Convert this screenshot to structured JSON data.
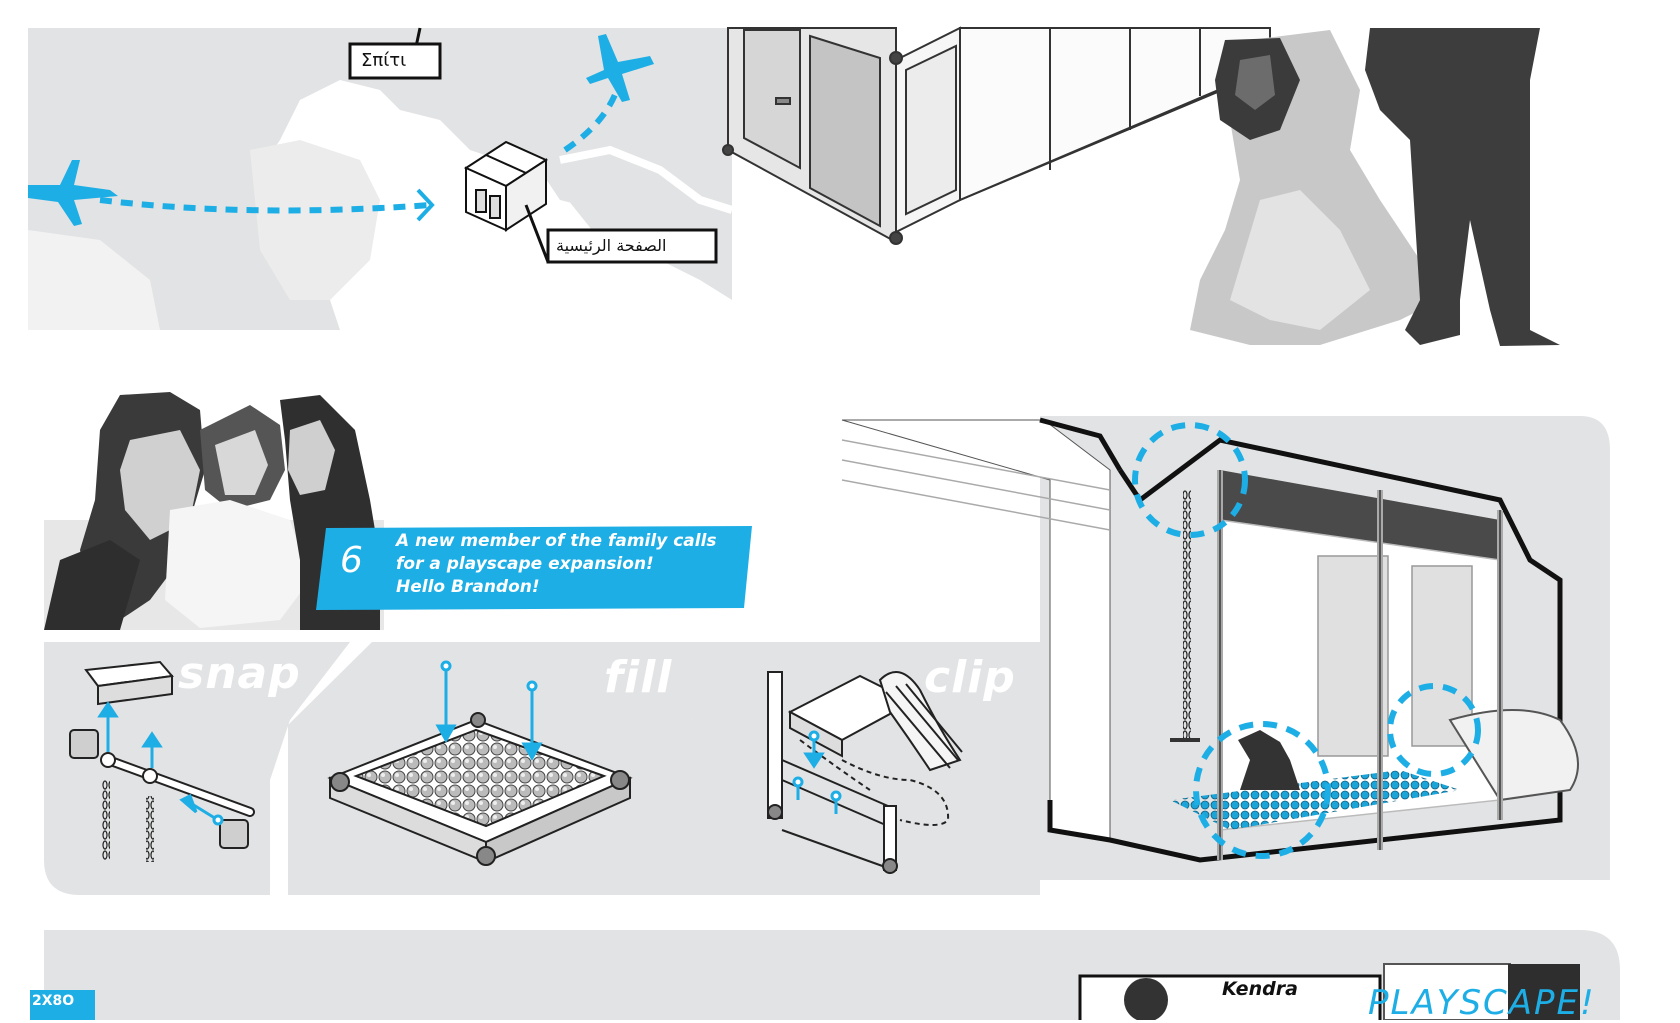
{
  "labels": {
    "greek_label": "Σπίτι",
    "arabic_label": "الصفحة الرئيسية"
  },
  "step": {
    "number": "6",
    "lines": [
      "A new member of the family calls",
      "for a playscape expansion!",
      "Hello Brandon!"
    ]
  },
  "panels": [
    {
      "word": "snap"
    },
    {
      "word": "fill"
    },
    {
      "word": "clip"
    }
  ],
  "footer": {
    "name": "Kendra",
    "brand": "PLAYSCAPE!",
    "corner_text": "2X8O"
  },
  "colors": {
    "accent": "#1eaee6",
    "panel_gray": "#e2e3e4",
    "dark": "#3a3a3a"
  }
}
